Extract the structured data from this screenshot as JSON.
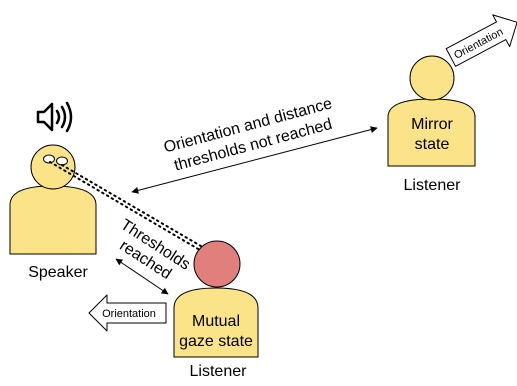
{
  "diagram": {
    "speaker": {
      "label": "Speaker",
      "sound_icon": "speaker-sound-icon"
    },
    "top_listener": {
      "state_line1": "Mirror",
      "state_line2": "state",
      "label": "Listener",
      "orientation_label": "Orientation"
    },
    "bottom_listener": {
      "state_line1": "Mutual",
      "state_line2": "gaze state",
      "label": "Listener",
      "orientation_label": "Orientation"
    },
    "not_reached_line1": "Orientation and distance",
    "not_reached_line2": "thresholds not reached",
    "reached_line1": "Thresholds",
    "reached_line2": "reached",
    "colors": {
      "body_fill": "#fbe38a",
      "head_gaze_fill": "#e07f7b",
      "stroke": "#000000"
    }
  }
}
